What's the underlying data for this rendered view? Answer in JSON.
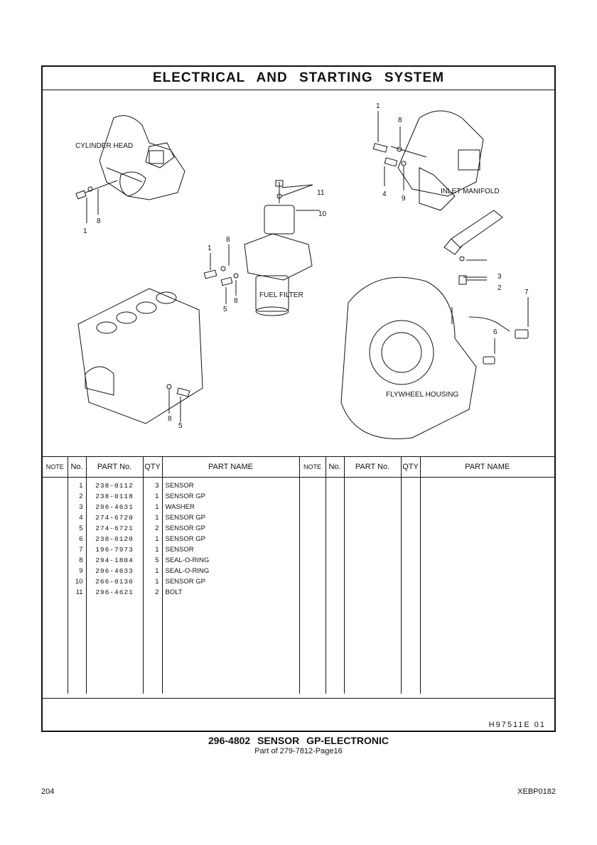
{
  "title": "ELECTRICAL AND STARTING SYSTEM",
  "diagram": {
    "labels": {
      "cylinder_head": "CYLINDER HEAD",
      "fuel_filter": "FUEL FILTER",
      "inlet_manifold": "INLET MANIFOLD",
      "flywheel_housing": "FLYWHEEL HOUSING"
    },
    "callouts": [
      "1",
      "8",
      "1",
      "8",
      "4",
      "9",
      "11",
      "10",
      "1",
      "8",
      "5",
      "8",
      "3",
      "2",
      "7",
      "6",
      "8",
      "5"
    ]
  },
  "table": {
    "headers": {
      "note": "NOTE",
      "no": "No.",
      "part_no": "PART No.",
      "qty": "QTY",
      "part_name": "PART NAME"
    },
    "rows": [
      {
        "no": "1",
        "part_no": "238-0112",
        "qty": "3",
        "name": "SENSOR"
      },
      {
        "no": "2",
        "part_no": "238-0118",
        "qty": "1",
        "name": "SENSOR GP"
      },
      {
        "no": "3",
        "part_no": "296-4631",
        "qty": "1",
        "name": "WASHER"
      },
      {
        "no": "4",
        "part_no": "274-6720",
        "qty": "1",
        "name": "SENSOR GP"
      },
      {
        "no": "5",
        "part_no": "274-6721",
        "qty": "2",
        "name": "SENSOR GP"
      },
      {
        "no": "6",
        "part_no": "238-0120",
        "qty": "1",
        "name": "SENSOR GP"
      },
      {
        "no": "7",
        "part_no": "196-7973",
        "qty": "1",
        "name": "SENSOR"
      },
      {
        "no": "8",
        "part_no": "294-1804",
        "qty": "5",
        "name": "SEAL-O-RING"
      },
      {
        "no": "9",
        "part_no": "296-4633",
        "qty": "1",
        "name": "SEAL-O-RING"
      },
      {
        "no": "10",
        "part_no": "266-0136",
        "qty": "1",
        "name": "SENSOR GP"
      },
      {
        "no": "11",
        "part_no": "296-4621",
        "qty": "2",
        "name": "BOLT"
      }
    ]
  },
  "reference": "H97511E 01",
  "caption": "296-4802 SENSOR GP-ELECTRONIC",
  "subcaption": "Part of 279-7812-Page16",
  "page_number": "204",
  "doc_code": "XEBP0182"
}
